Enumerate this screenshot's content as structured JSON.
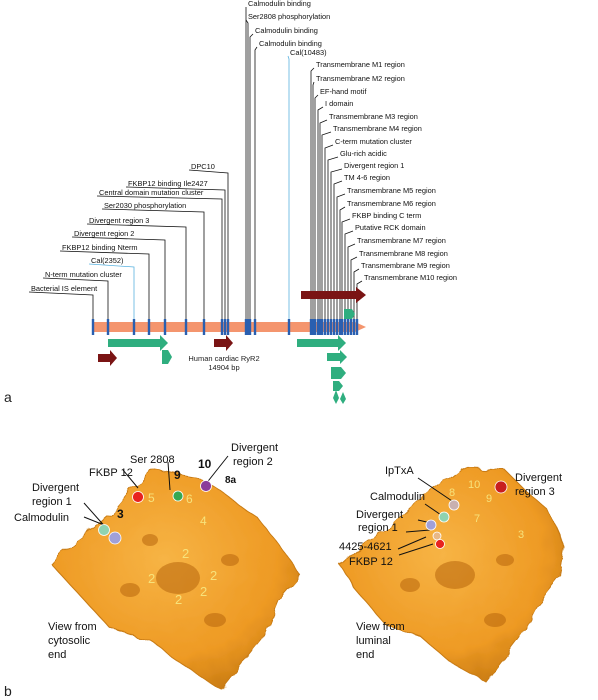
{
  "panel_a": {
    "panel_label": "a",
    "feature_labels": [
      "Calmodulin binding",
      "Ser2808 phosphorylation",
      "Calmodulin binding",
      "Calmodulin binding",
      "Cal(10483)",
      "Transmembrane M1 region",
      "Transmembrane M2 region",
      "EF-hand motif",
      "I domain",
      "Transmembrane M3 region",
      "Transmembrane M4 region",
      "C-term mutation cluster",
      "Glu-rich acidic",
      "Divergent region 1",
      "TM 4-6 region",
      "Transmembrane M5 region",
      "Transmembrane M6 region",
      "FKBP binding C term",
      "Putative RCK domain",
      "Transmembrane M7 region",
      "Transmembrane M8 region",
      "Transmembrane M9 region",
      "Transmembrane M10 region",
      "DPC10",
      "FKBP12 binding Ile2427",
      "Central domain mutation cluster",
      "Ser2030 phosphorylation",
      "Divergent region 3",
      "Divergent region 2",
      "FKBP12 binding Nterm",
      "Cal(2352)",
      "N-term mutation cluster",
      "Bacterial IS element"
    ],
    "sequence_name": "Human cardiac RyR2",
    "sequence_length": "14904 bp",
    "colors": {
      "sequence_bar": "#f4956e",
      "feature_mark": "#2a5fb0",
      "green_feature": "#2fae7f",
      "dark_red_feature": "#7a1414",
      "cal_line": "#5bb3e0"
    }
  },
  "panel_b": {
    "panel_label": "b",
    "left_view": {
      "caption_lines": [
        "View from",
        "cytosolic",
        "end"
      ],
      "site_labels": [
        {
          "text": "Ser 2808",
          "color": "#36a852"
        },
        {
          "text": "FKBP 12",
          "color": "#e8231f"
        },
        {
          "text": "Divergent",
          "color": "#8b3c9a"
        },
        {
          "text": "region 2",
          "color": "#8b3c9a"
        },
        {
          "text": "Divergent",
          "color": "#a0a0d8"
        },
        {
          "text": "region 1",
          "color": "#a0a0d8"
        },
        {
          "text": "Calmodulin",
          "color": "#8fd3b0"
        }
      ],
      "domain_numbers_black": [
        "9",
        "10",
        "8a",
        "3"
      ],
      "domain_numbers_yellow": [
        "5",
        "6",
        "4",
        "2",
        "2",
        "2",
        "2",
        "2"
      ]
    },
    "right_view": {
      "caption_lines": [
        "View from",
        "luminal",
        "end"
      ],
      "site_labels": [
        {
          "text": "IpTxA",
          "color": "#c8b0b0"
        },
        {
          "text": "Divergent",
          "color": "#c81e1e"
        },
        {
          "text": "region 3",
          "color": "#c81e1e"
        },
        {
          "text": "Calmodulin",
          "color": "#8fd3b0"
        },
        {
          "text": "Divergent",
          "color": "#a0a0d8"
        },
        {
          "text": "region 1",
          "color": "#a0a0d8"
        },
        {
          "text": "4425-4621",
          "color": "#e8b888"
        },
        {
          "text": "FKBP 12",
          "color": "#e8231f"
        }
      ],
      "domain_numbers_yellow": [
        "10",
        "8",
        "9",
        "7",
        "3"
      ]
    },
    "colors": {
      "protein_surface": "#f0a030",
      "protein_shadow": "#c77a12"
    }
  }
}
